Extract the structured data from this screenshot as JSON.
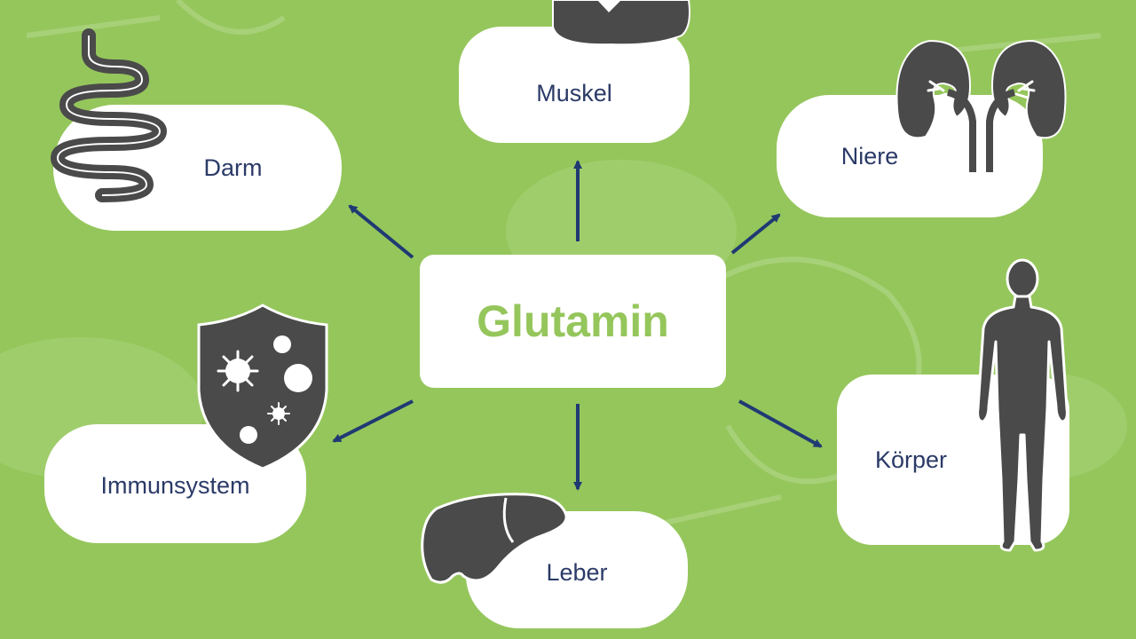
{
  "center": {
    "label": "Glutamin"
  },
  "nodes": {
    "darm": {
      "label": "Darm",
      "icon": "intestine-icon"
    },
    "muskel": {
      "label": "Muskel",
      "icon": "muscle-icon"
    },
    "niere": {
      "label": "Niere",
      "icon": "kidneys-icon"
    },
    "immunsystem": {
      "label": "Immunsystem",
      "icon": "shield-virus-icon"
    },
    "leber": {
      "label": "Leber",
      "icon": "liver-icon"
    },
    "koerper": {
      "label": "Körper",
      "icon": "human-body-icon"
    }
  },
  "colors": {
    "background": "#95c65c",
    "accent": "#95c65c",
    "arrow": "#1f3a73",
    "text": "#2b3a67",
    "icon": "#4a4a4a"
  }
}
